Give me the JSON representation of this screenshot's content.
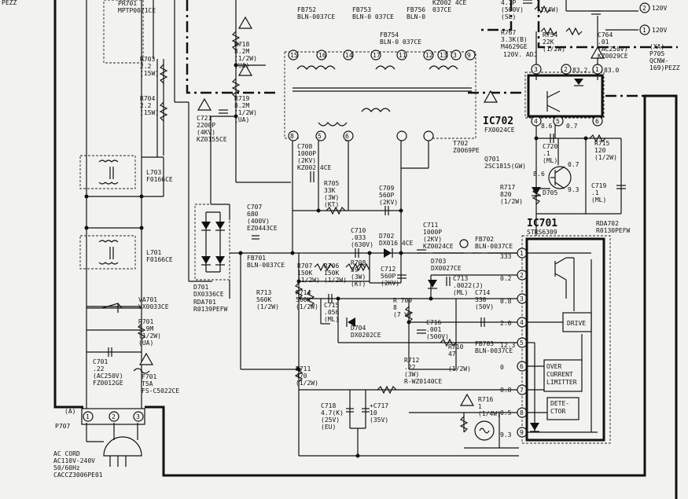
{
  "corner": "PEZZ",
  "components": [
    {
      "id": "pr701",
      "lines": [
        "PR701",
        "MPTP0071CE"
      ]
    },
    {
      "id": "r703",
      "lines": [
        "R703",
        "2.2",
        "(15W)"
      ]
    },
    {
      "id": "r704",
      "lines": [
        "R704",
        "2.2",
        "(15W)"
      ]
    },
    {
      "id": "l703",
      "lines": [
        "L703",
        "F0166CE"
      ]
    },
    {
      "id": "l701",
      "lines": [
        "L701",
        "F0166CE"
      ]
    },
    {
      "id": "va701",
      "lines": [
        "VA701",
        "VX0033CE"
      ]
    },
    {
      "id": "r701",
      "lines": [
        "R701",
        "3.9M",
        "(1/2W)",
        "(UA)"
      ]
    },
    {
      "id": "c701",
      "lines": [
        "C701",
        ".22",
        "(AC250V)",
        "FZ0012GE"
      ]
    },
    {
      "id": "f701",
      "lines": [
        "F701",
        "T5A",
        "FS-C5022CE"
      ]
    },
    {
      "id": "p707",
      "lines": [
        "P707"
      ]
    },
    {
      "id": "accord",
      "lines": [
        "AC CORD",
        "AC110V-240V",
        "50/60Hz",
        "CACCZ3006PE01"
      ]
    },
    {
      "id": "r718",
      "lines": [
        "R718",
        "8.2M",
        "(1/2W)",
        "(UA)"
      ]
    },
    {
      "id": "r719",
      "lines": [
        "R719",
        "8.2M",
        "(1/2W)",
        "(UA)"
      ]
    },
    {
      "id": "c721",
      "lines": [
        "C721",
        "2200P",
        "(4KV)",
        "KZ0155CE"
      ]
    },
    {
      "id": "fb752",
      "lines": [
        "FB752",
        "BLN-0037CE"
      ]
    },
    {
      "id": "fb753",
      "lines": [
        "FB753",
        "BLN-0 037CE"
      ]
    },
    {
      "id": "fb754",
      "lines": [
        "FB754",
        "BLN-0 037CE"
      ]
    },
    {
      "id": "fb756",
      "lines": [
        "FB756",
        "BLN-0"
      ]
    },
    {
      "id": "kz002a",
      "lines": [
        "KZ002 4CE",
        "037CE"
      ]
    },
    {
      "id": "t702",
      "lines": [
        "T702",
        "Z0069PE"
      ]
    },
    {
      "id": "c708",
      "lines": [
        "C708",
        "1000P",
        "(2KV)",
        "KZ002 4CE"
      ]
    },
    {
      "id": "r705",
      "lines": [
        "R705",
        "33K",
        "(3W)",
        "(KT)"
      ]
    },
    {
      "id": "c709",
      "lines": [
        "C709",
        "560P",
        "(2KV)"
      ]
    },
    {
      "id": "c707",
      "lines": [
        "C707",
        "680",
        "(400V)",
        "EZ0443CE"
      ]
    },
    {
      "id": "d701",
      "lines": [
        "D701",
        "DX0336CE"
      ]
    },
    {
      "id": "rda701",
      "lines": [
        "RDA701",
        "R0139PEFW"
      ]
    },
    {
      "id": "fb701",
      "lines": [
        "FB701",
        "BLN-0037CE"
      ]
    },
    {
      "id": "c710",
      "lines": [
        "C710",
        ".033",
        "(630V)"
      ]
    },
    {
      "id": "d702",
      "lines": [
        "D702",
        "DX016 4CE"
      ]
    },
    {
      "id": "c711",
      "lines": [
        "C711",
        "1000P",
        "(2KV)",
        "KZ0024CE"
      ]
    },
    {
      "id": "fb702",
      "lines": [
        "FB702",
        "BLN-0037CE"
      ]
    },
    {
      "id": "r707",
      "lines": [
        "R707",
        "150K",
        "(1/2W)"
      ]
    },
    {
      "id": "r706",
      "lines": [
        "R706",
        "150K",
        "(1/2W)"
      ]
    },
    {
      "id": "r708",
      "lines": [
        "R708",
        "39",
        "(3W)",
        "(KT)"
      ]
    },
    {
      "id": "c712",
      "lines": [
        "C712",
        "560P",
        "(2KV)"
      ]
    },
    {
      "id": "d703",
      "lines": [
        "D703",
        "DX0027CE"
      ]
    },
    {
      "id": "c713",
      "lines": [
        "C713",
        ".0022(J)",
        "(ML)"
      ]
    },
    {
      "id": "c714",
      "lines": [
        "C714",
        "330",
        "(50V)"
      ]
    },
    {
      "id": "r713",
      "lines": [
        "R713",
        "560K",
        "(1/2W)"
      ]
    },
    {
      "id": "r714",
      "lines": [
        "R714",
        "560K",
        "(1/2W)"
      ]
    },
    {
      "id": "c715",
      "lines": [
        "C715",
        ".056",
        "(ML)"
      ]
    },
    {
      "id": "r709",
      "lines": [
        "R 709",
        "8",
        "(7 W)"
      ]
    },
    {
      "id": "d704",
      "lines": [
        "D704",
        "DX0202CE"
      ]
    },
    {
      "id": "c716",
      "lines": [
        "C716",
        ".001",
        "(500V)"
      ]
    },
    {
      "id": "r710",
      "lines": [
        "R710",
        "47"
      ]
    },
    {
      "id": "fb703",
      "lines": [
        "FB703",
        "BLN-0037CE"
      ]
    },
    {
      "id": "r711",
      "lines": [
        "R711",
        "470",
        "(1/2W)"
      ]
    },
    {
      "id": "r712",
      "lines": [
        "R712",
        ".22",
        "(3W)",
        "R-WZ0140CE"
      ]
    },
    {
      "id": "r712w",
      "lines": [
        "(1/2W)"
      ]
    },
    {
      "id": "c718",
      "lines": [
        "C718",
        "4.7(K)",
        "(25V)",
        "(EU)"
      ]
    },
    {
      "id": "c717",
      "lines": [
        "+C717",
        "10",
        "(35V)"
      ]
    },
    {
      "id": "r716",
      "lines": [
        "R716",
        "1",
        "(1/4W)"
      ]
    },
    {
      "id": "c7xx",
      "lines": [
        "4.7P",
        "(500V)",
        "(SL)"
      ]
    },
    {
      "id": "r7xx",
      "lines": [
        "1",
        "(1/4W)"
      ]
    },
    {
      "id": "r767",
      "lines": [
        "R767",
        "3.3K(B)",
        "M4629GE"
      ]
    },
    {
      "id": "adj",
      "lines": [
        "120V. ADJ"
      ]
    },
    {
      "id": "r754",
      "lines": [
        "R754",
        "22K",
        "(1/2W)"
      ]
    },
    {
      "id": "c764",
      "lines": [
        "C764",
        ".01",
        "(AC250V)",
        "KZ0029CE"
      ]
    },
    {
      "id": "p705",
      "lines": [
        "(XA)",
        "P705",
        "QCNW-",
        "169)PEZZ"
      ]
    },
    {
      "id": "q701",
      "lines": [
        "Q701",
        "2SC1815(GW)"
      ]
    },
    {
      "id": "c720",
      "lines": [
        "C720",
        ".1",
        "(ML)"
      ]
    },
    {
      "id": "r715",
      "lines": [
        "R715",
        "120",
        "(1/2W)"
      ]
    },
    {
      "id": "r717",
      "lines": [
        "R717",
        "820",
        "(1/2W)"
      ]
    },
    {
      "id": "d705",
      "lines": [
        "D705"
      ]
    },
    {
      "id": "c719",
      "lines": [
        "C719",
        ".1",
        "(ML)"
      ]
    },
    {
      "id": "rda702",
      "lines": [
        "RDA702",
        "R0130PEFW"
      ]
    },
    {
      "id": "ic701p",
      "lines": [
        "STRS6309"
      ]
    },
    {
      "id": "ic702p",
      "lines": [
        "FX0024CE"
      ]
    }
  ],
  "ic702": {
    "name": "IC702"
  },
  "ic701": {
    "name": "IC701"
  },
  "blocks": {
    "drive": "DRIVE",
    "ocl": [
      "OVER",
      "CURRENT",
      "LIMITTER"
    ],
    "det": [
      "DETE-",
      "CTOR"
    ]
  },
  "terminals": {
    "t1": "1",
    "t2": "2",
    "t3": "3",
    "p707a": "(A)",
    "v120a": "120V",
    "v120b": "120V",
    "p2": "2",
    "p1": "1"
  },
  "pins": {
    "t702": [
      "15",
      "16",
      "14",
      "17",
      "11",
      "12",
      "13",
      "3",
      "9",
      "8",
      "5",
      "6"
    ],
    "ic702": [
      "3",
      "2",
      "1",
      "4",
      "5",
      "6"
    ],
    "ic702v": [
      "83.2",
      "83.0",
      "8.6",
      "0.7"
    ],
    "ic701": [
      "1",
      "2",
      "3",
      "4",
      "5",
      "6",
      "7",
      "8",
      "9"
    ],
    "ic701v": [
      "333",
      "0.2",
      "0.8",
      "2.0",
      "12.3",
      "0",
      "0.8",
      "0.5",
      "9.3"
    ],
    "q701v": [
      "8.",
      "6",
      "0.7",
      "9.3"
    ]
  }
}
